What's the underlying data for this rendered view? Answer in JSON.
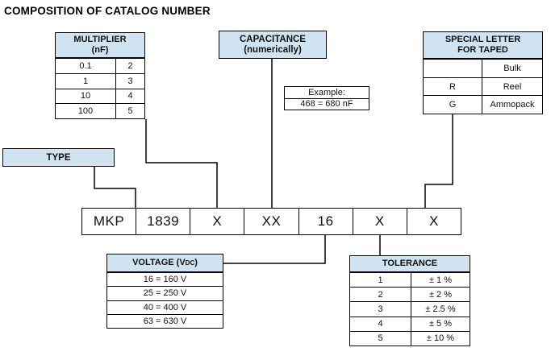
{
  "title": "COMPOSITION OF CATALOG NUMBER",
  "colors": {
    "header_fill": "#cfe3f1",
    "line": "#000000"
  },
  "multiplier": {
    "header_line1": "MULTIPLIER",
    "header_line2": "(nF)",
    "rows": [
      [
        "0.1",
        "2"
      ],
      [
        "1",
        "3"
      ],
      [
        "10",
        "4"
      ],
      [
        "100",
        "5"
      ]
    ]
  },
  "capacitance": {
    "line1": "CAPACITANCE",
    "line2": "(numerically)"
  },
  "example": {
    "label": "Example:",
    "value": "468 = 680 nF"
  },
  "special_letter": {
    "header_line1": "SPECIAL LETTER",
    "header_line2": "FOR TAPED",
    "rows": [
      [
        "",
        "Bulk"
      ],
      [
        "R",
        "Reel"
      ],
      [
        "G",
        "Ammopack"
      ]
    ]
  },
  "type_box": {
    "label": "TYPE"
  },
  "catalog_row": {
    "cells": [
      "MKP",
      "1839",
      "X",
      "XX",
      "16",
      "X",
      "X"
    ]
  },
  "voltage": {
    "header_prefix": "VOLTAGE (V",
    "header_sub": "DC",
    "header_suffix": ")",
    "rows": [
      "16 = 160 V",
      "25 = 250 V",
      "40 = 400 V",
      "63 = 630 V"
    ]
  },
  "tolerance": {
    "header": "TOLERANCE",
    "rows": [
      [
        "1",
        "± 1 %"
      ],
      [
        "2",
        "± 2 %"
      ],
      [
        "3",
        "± 2.5 %"
      ],
      [
        "4",
        "± 5 %"
      ],
      [
        "5",
        "± 10 %"
      ]
    ]
  }
}
